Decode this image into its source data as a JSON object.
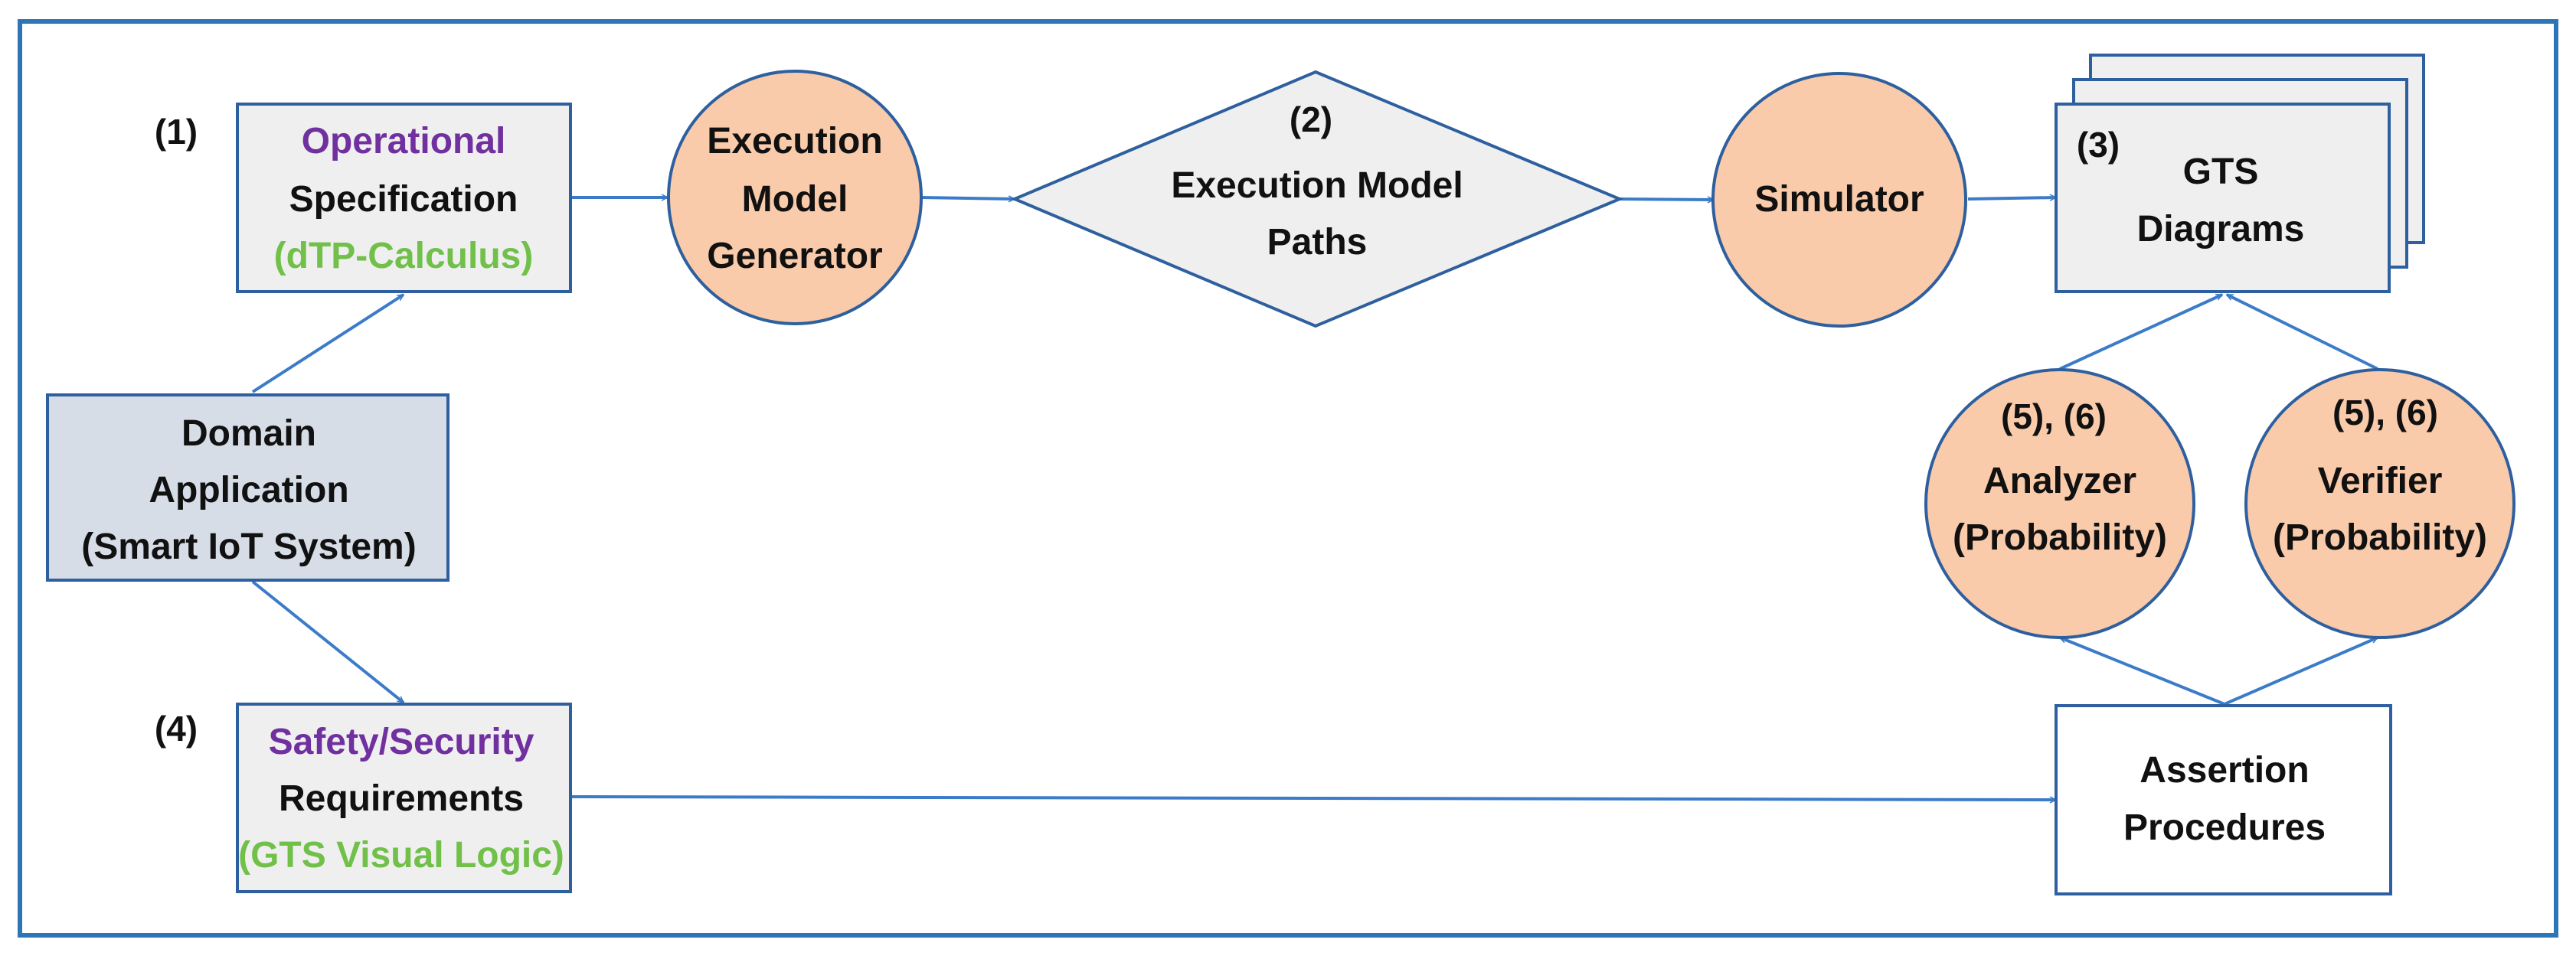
{
  "nodes": {
    "operational_spec": {
      "number": "(1)",
      "line1": "Operational",
      "line2": "Specification",
      "line3": "(dTP-Calculus)"
    },
    "exec_model_generator": {
      "line1": "Execution",
      "line2": "Model",
      "line3": "Generator"
    },
    "exec_model_paths": {
      "number": "(2)",
      "line1": "Execution Model",
      "line2": "Paths"
    },
    "simulator": {
      "label": "Simulator"
    },
    "gts_diagrams": {
      "number": "(3)",
      "line1": "GTS",
      "line2": "Diagrams"
    },
    "domain_application": {
      "line1": "Domain",
      "line2": "Application",
      "line3": "(Smart IoT System)"
    },
    "analyzer": {
      "number": "(5), (6)",
      "line1": "Analyzer",
      "line2": "(Probability)"
    },
    "verifier": {
      "number": "(5), (6)",
      "line1": "Verifier",
      "line2": "(Probability)"
    },
    "safety_requirements": {
      "number": "(4)",
      "line1": "Safety/Security",
      "line2": "Requirements",
      "line3": "(GTS Visual Logic)"
    },
    "assertion_procedures": {
      "line1": "Assertion",
      "line2": "Procedures"
    }
  },
  "colors": {
    "frame_border": "#2e75b6",
    "node_border": "#2e5f9e",
    "edge": "#3b7bc8",
    "process_fill": "#f9cbaa",
    "box_fill": "#efefef",
    "domain_fill": "#d6dde7",
    "keyword_purple": "#7030a0",
    "keyword_green": "#70c04a"
  }
}
